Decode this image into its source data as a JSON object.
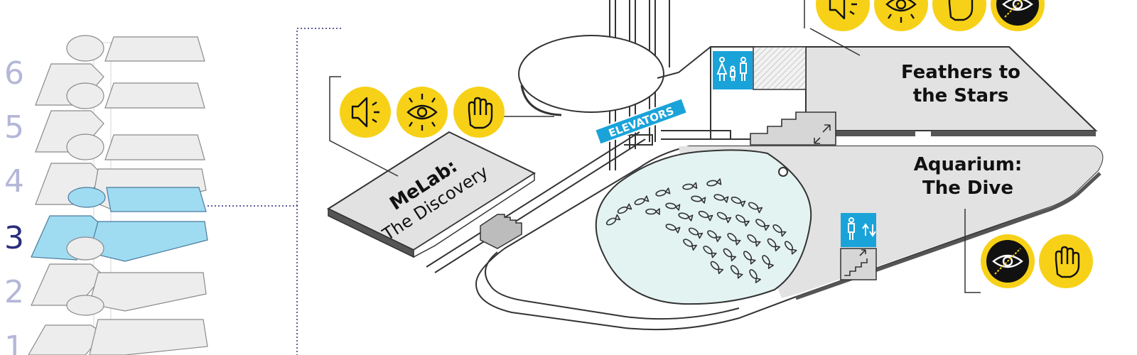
{
  "floor_selector": {
    "floors": [
      {
        "label": "6",
        "active": false
      },
      {
        "label": "5",
        "active": false
      },
      {
        "label": "4",
        "active": false
      },
      {
        "label": "3",
        "active": true
      },
      {
        "label": "2",
        "active": false
      },
      {
        "label": "1",
        "active": false
      }
    ]
  },
  "zones": {
    "melab": {
      "title": "MeLab:",
      "subtitle": "The Discovery",
      "icons": [
        "sound-icon",
        "see-icon",
        "touch-icon"
      ]
    },
    "feathers": {
      "line1": "Feathers to",
      "line2": "the Stars",
      "icons": [
        "sound-icon",
        "see-icon",
        "touch-icon",
        "low-vision-icon"
      ]
    },
    "aquarium": {
      "line1": "Aquarium:",
      "line2": "The Dive",
      "icons": [
        "low-vision-icon",
        "touch-icon"
      ]
    }
  },
  "elevators_label": "ELEVATORS",
  "colors": {
    "sensory_yellow": "#f7d117",
    "facility_blue": "#1aa3d9",
    "active_floor_fill": "#9fdcf2",
    "inactive_floor_fill": "#ededed",
    "water": "#e3f3f1",
    "active_floor_number": "#2b2d7c",
    "inactive_floor_number": "#b4b7d8"
  },
  "facility_icons": [
    "family-restroom-icon",
    "restroom-elevator-icon",
    "stairs-icon"
  ]
}
